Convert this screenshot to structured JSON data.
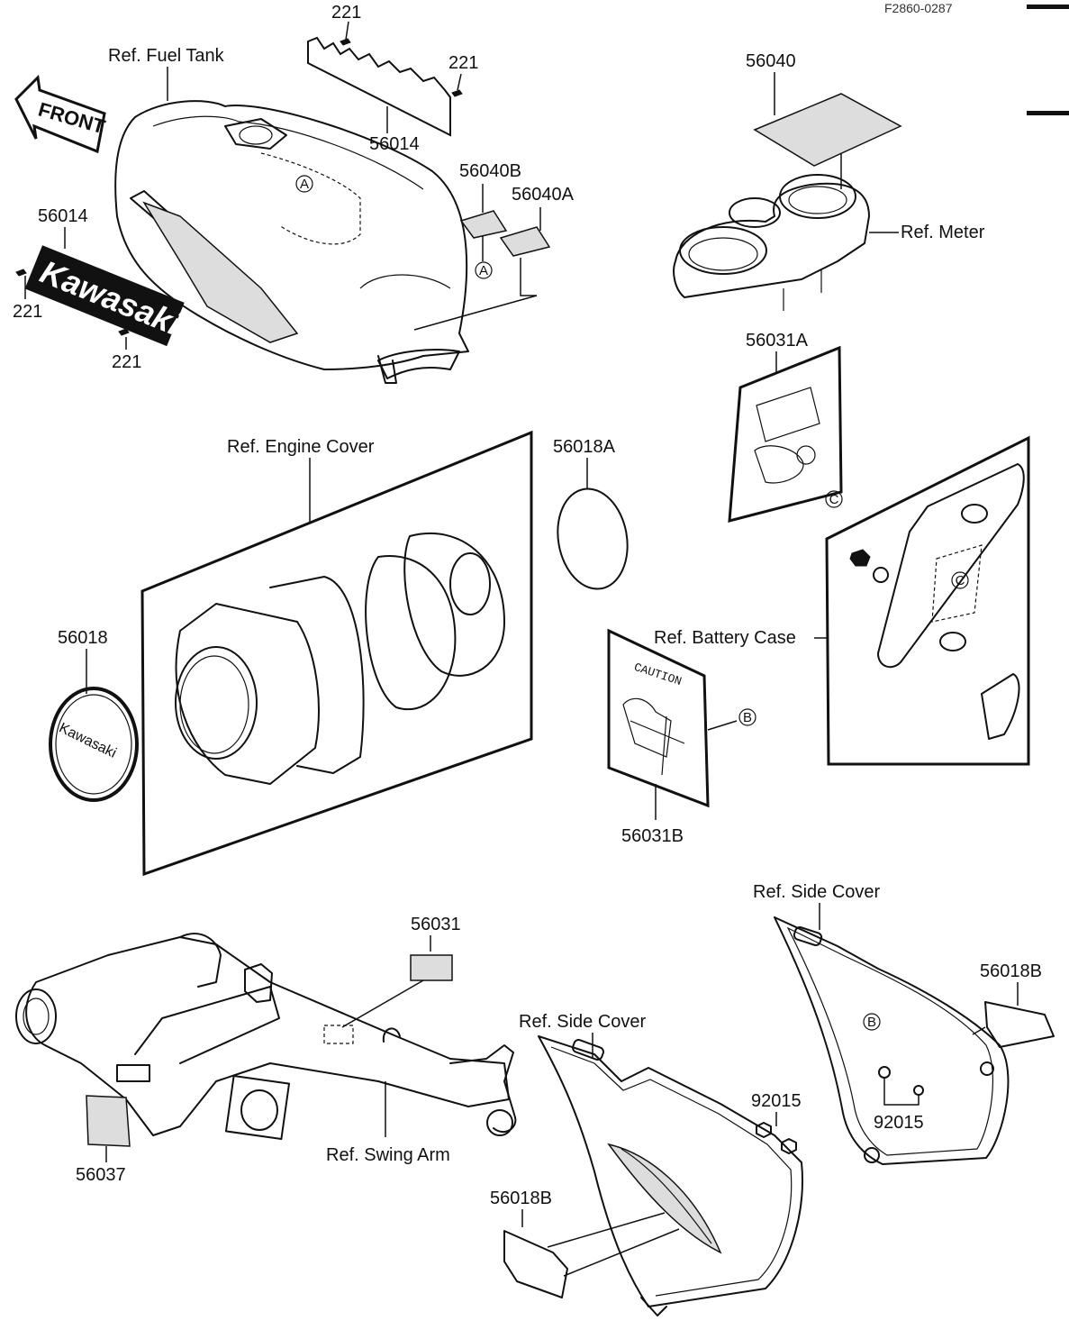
{
  "diagram_code": "F2860-0287",
  "labels": {
    "screw_221_top": "221",
    "screw_221_right": "221",
    "screw_221_left": "221",
    "screw_221_bottom": "221",
    "fuel_tank": "Ref. Fuel Tank",
    "front": "FRONT",
    "emblem_56014_top": "56014",
    "emblem_56014_left": "56014",
    "label_56040": "56040",
    "label_56040B": "56040B",
    "label_56040A": "56040A",
    "meter": "Ref. Meter",
    "label_56031A": "56031A",
    "engine_cover": "Ref. Engine Cover",
    "label_56018A": "56018A",
    "label_56018": "56018",
    "battery_case": "Ref. Battery Case",
    "label_56031B": "56031B",
    "side_cover_right": "Ref. Side Cover",
    "label_56018B_right": "56018B",
    "label_92015_right": "92015",
    "label_56031": "56031",
    "side_cover_left": "Ref. Side Cover",
    "label_92015_left": "92015",
    "swing_arm": "Ref. Swing Arm",
    "label_56037": "56037",
    "label_56018B_left": "56018B"
  },
  "markers": {
    "a_tank": "A",
    "a_sticker": "A",
    "c_label": "C",
    "c_case": "C",
    "b_caution": "B",
    "b_cover": "B"
  },
  "part_text": {
    "tank_emblem": "Kawasaki",
    "engine_badge": "Kawasaki",
    "caution": "CAUTION"
  }
}
